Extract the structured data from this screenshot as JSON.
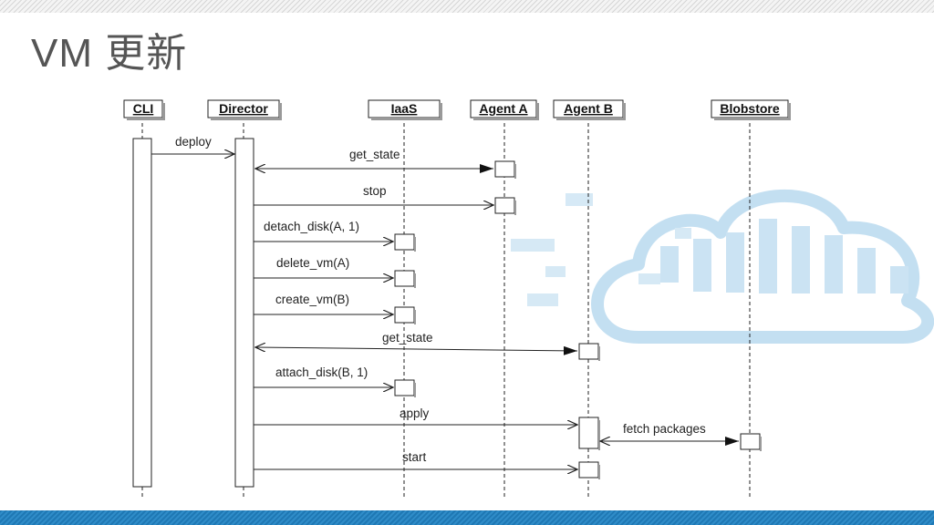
{
  "slide": {
    "title": "VM 更新"
  },
  "colors": {
    "accent": "#1f78b4",
    "cloud": "#9fcbe8",
    "text": "#555555"
  },
  "diagram": {
    "actors": [
      "CLI",
      "Director",
      "IaaS",
      "Agent A",
      "Agent B",
      "Blobstore"
    ],
    "messages": [
      {
        "label": "deploy",
        "from": "CLI",
        "to": "Director",
        "reply": false
      },
      {
        "label": "get_state",
        "from": "Director",
        "to": "Agent A",
        "reply": true
      },
      {
        "label": "stop",
        "from": "Director",
        "to": "Agent A",
        "reply": false
      },
      {
        "label": "detach_disk(A, 1)",
        "from": "Director",
        "to": "IaaS",
        "reply": false
      },
      {
        "label": "delete_vm(A)",
        "from": "Director",
        "to": "IaaS",
        "reply": false
      },
      {
        "label": "create_vm(B)",
        "from": "Director",
        "to": "IaaS",
        "reply": false
      },
      {
        "label": "get_state",
        "from": "Director",
        "to": "Agent B",
        "reply": true
      },
      {
        "label": "attach_disk(B, 1)",
        "from": "Director",
        "to": "IaaS",
        "reply": false
      },
      {
        "label": "apply",
        "from": "Director",
        "to": "Agent B",
        "reply": false
      },
      {
        "label": "fetch packages",
        "from": "Agent B",
        "to": "Blobstore",
        "reply": true
      },
      {
        "label": "start",
        "from": "Director",
        "to": "Agent B",
        "reply": false
      }
    ]
  }
}
